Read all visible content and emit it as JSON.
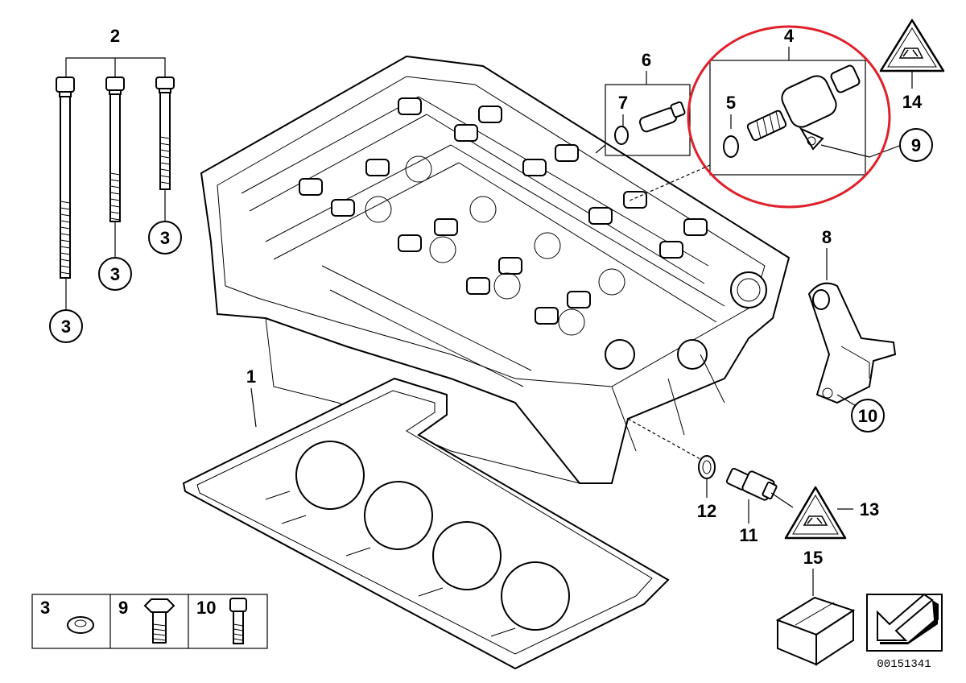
{
  "callouts": {
    "n1": "1",
    "n2": "2",
    "n4": "4",
    "n5": "5",
    "n6": "6",
    "n7": "7",
    "n8": "8",
    "n11": "11",
    "n12": "12",
    "n13": "13",
    "n14": "14",
    "n15": "15"
  },
  "circled": {
    "c3a": "3",
    "c3b": "3",
    "c3c": "3",
    "c9": "9",
    "c10": "10"
  },
  "legend": {
    "cell1": "3",
    "cell2": "9",
    "cell3": "10"
  },
  "document_number": "00151341",
  "colors": {
    "line": "#000000",
    "highlight": "#e0202a",
    "background": "#ffffff"
  },
  "icons": [
    "warning-triangle-icon",
    "next-page-arrow-icon"
  ]
}
